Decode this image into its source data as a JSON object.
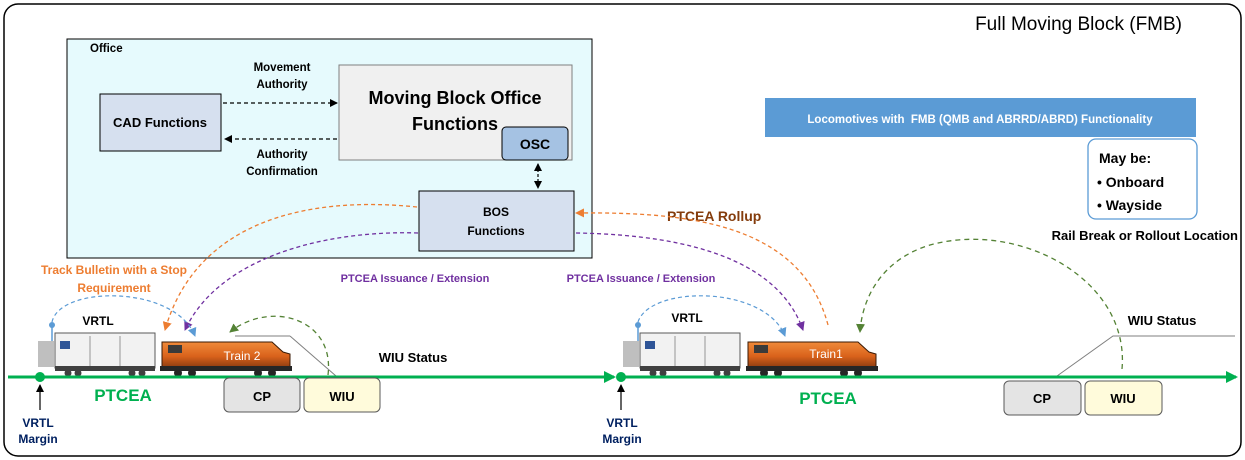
{
  "title": "Full Moving Block (FMB)",
  "office": {
    "label": "Office",
    "cad": "CAD Functions",
    "mbo_line1": "Moving Block Office",
    "mbo_line2": "Functions",
    "osc": "OSC",
    "movement_authority_line1": "Movement",
    "movement_authority_line2": "Authority",
    "authority_confirmation_line1": "Authority",
    "authority_confirmation_line2": "Confirmation",
    "bos_line1": "BOS",
    "bos_line2": "Functions"
  },
  "locomotives_banner": "Locomotives with  FMB (QMB and ABRRD/ABRD) Functionality",
  "may_be": {
    "heading": "May be:",
    "item1": "• Onboard",
    "item2": "• Wayside"
  },
  "labels": {
    "rail_break": "Rail Break or Rollout Location",
    "ptcea_rollup": "PTCEA Rollup",
    "track_bulletin_line1": "Track Bulletin with a Stop",
    "track_bulletin_line2": "Requirement",
    "ptcea_issuance_1": "PTCEA Issuance / Extension",
    "ptcea_issuance_2": "PTCEA Issuance / Extension",
    "vrtl_1": "VRTL",
    "vrtl_2": "VRTL",
    "wiu_status_1": "WIU Status",
    "wiu_status_2": "WIU Status",
    "ptcea_1": "PTCEA",
    "ptcea_2": "PTCEA",
    "vrtl_margin_1_line1": "VRTL",
    "vrtl_margin_1_line2": "Margin",
    "vrtl_margin_2_line1": "VRTL",
    "vrtl_margin_2_line2": "Margin",
    "train2": "Train 2",
    "train1": "Train1",
    "cp_1": "CP",
    "wiu_1": "WIU",
    "cp_2": "CP",
    "wiu_2": "WIU"
  },
  "colors": {
    "track_green": "#00b050",
    "orange": "#ed7d31",
    "purple": "#7030a0",
    "brown": "#843c0c",
    "navy": "#002060",
    "dark_green": "#548235",
    "blue_dash": "#5b9bd5",
    "office_fill": "#e6fafd",
    "banner_blue": "#5b9bd5",
    "wiu_fill": "#fffbdb",
    "cp_fill": "#e4e4e4"
  }
}
